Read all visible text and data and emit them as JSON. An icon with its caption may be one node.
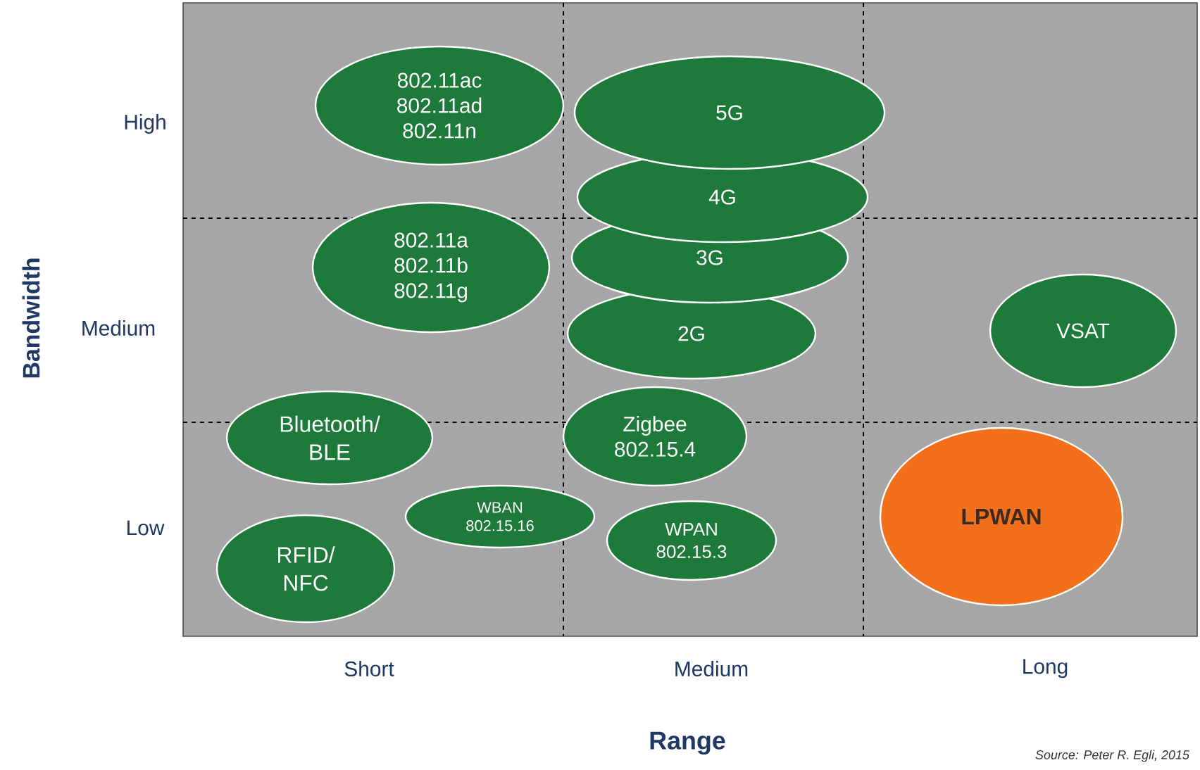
{
  "diagram": {
    "nodes": [
      {
        "text": [
          "802.11ac 802.11ad 802.11n"
        ]
      },
      {
        "text": [
          "5G"
        ]
      },
      {
        "text": [
          "4G"
        ]
      },
      {
        "text": [
          "802.11a 802.11b 802.11g"
        ]
      },
      {
        "text": [
          "3G"
        ]
      },
      {
        "text": [
          "2G"
        ]
      },
      {
        "text": [
          "VSAT"
        ]
      },
      {
        "text": [
          "Bluetooth/ BLE"
        ]
      },
      {
        "text": [
          "Zigbee 802.15.4"
        ]
      },
      {
        "text": [
          "LPWAN"
        ]
      },
      {
        "text": [
          "WBAN 802.15.16"
        ]
      },
      {
        "text": [
          "WPAN 802.15.3"
        ]
      },
      {
        "text": [
          "RFID/ NFC"
        ]
      }
    ],
    "labels": [
      "High",
      "Medium",
      "Low",
      "Bandwidth",
      "Short",
      "Medium",
      "Long",
      "Range",
      "Source: Peter R. Egli, 2015"
    ]
  }
}
